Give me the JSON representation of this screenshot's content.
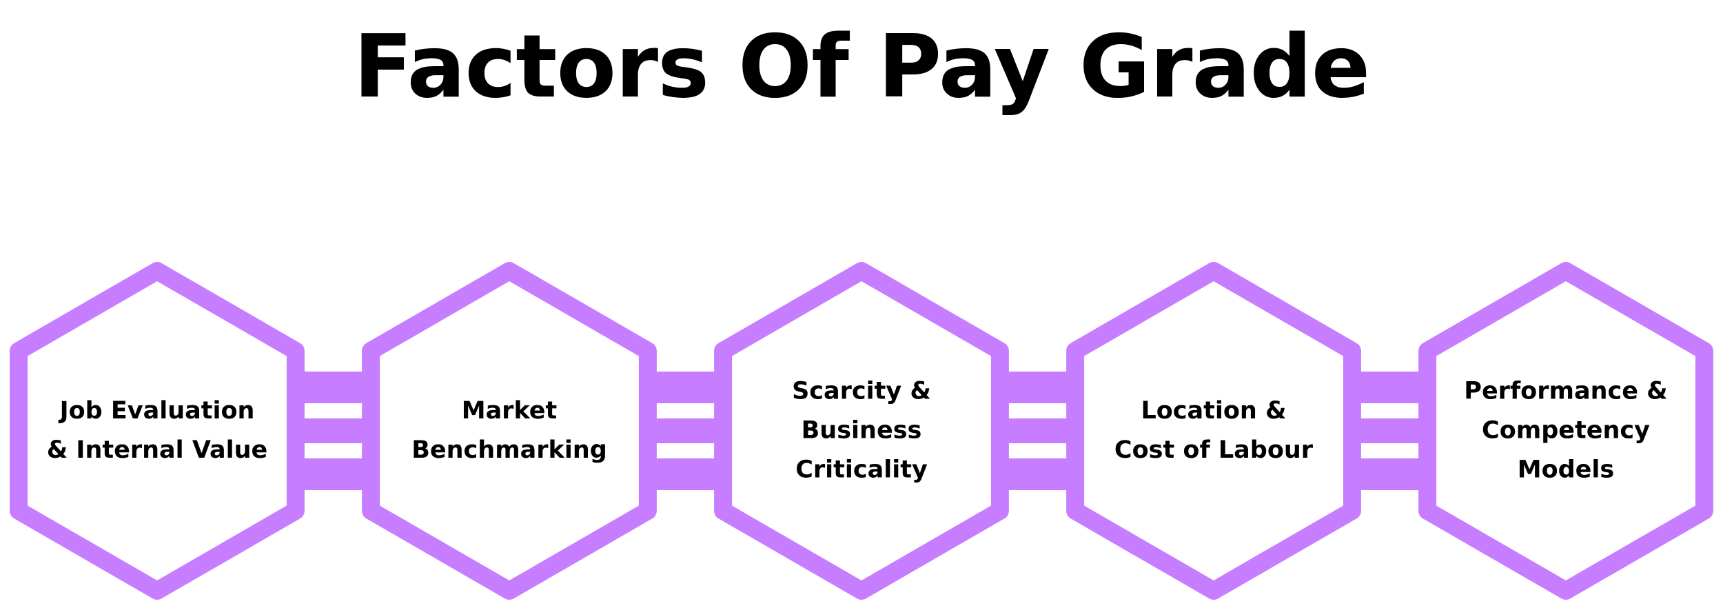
{
  "title": "Factors Of Pay Grade",
  "colors": {
    "accent": "#c77dff",
    "background": "#ffffff",
    "text": "#000000"
  },
  "factors": [
    {
      "label": "Job Evaluation\n& Internal Value"
    },
    {
      "label": "Market\nBenchmarking"
    },
    {
      "label": "Scarcity &\nBusiness\nCriticality"
    },
    {
      "label": "Location &\nCost of Labour"
    },
    {
      "label": "Performance &\nCompetency\nModels"
    }
  ]
}
